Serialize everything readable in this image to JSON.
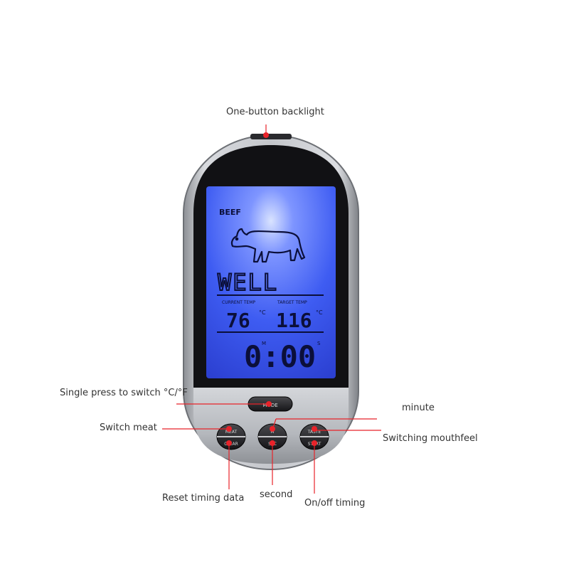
{
  "lcd": {
    "meat_name": "BEEF",
    "doneness": "WELL",
    "current_temp_label": "CURRENT TEMP",
    "target_temp_label": "TARGET TEMP",
    "current_temp_value": "76",
    "target_temp_value": "116",
    "temp_unit": "°C",
    "timer_value": "0:00",
    "timer_minute_marker": "M",
    "timer_second_marker": "S"
  },
  "buttons": {
    "mode": "MODE",
    "meat": "MEAT",
    "clear": "CLEAR",
    "min": "M",
    "sec": "SEC",
    "taste": "TASTE",
    "start": "START"
  },
  "callouts": {
    "backlight": "One-button backlight",
    "mode": "Single press to switch °C/°F",
    "minute": "minute",
    "switch_meat": "Switch meat",
    "switching_mouthfeel": "Switching mouthfeel",
    "reset_timing": "Reset timing data",
    "second": "second",
    "onoff_timing": "On/off timing"
  },
  "colors": {
    "accent_red": "#e8232a",
    "lcd_blue": "#3a57f0",
    "body_silver": "#b9bcc2"
  }
}
